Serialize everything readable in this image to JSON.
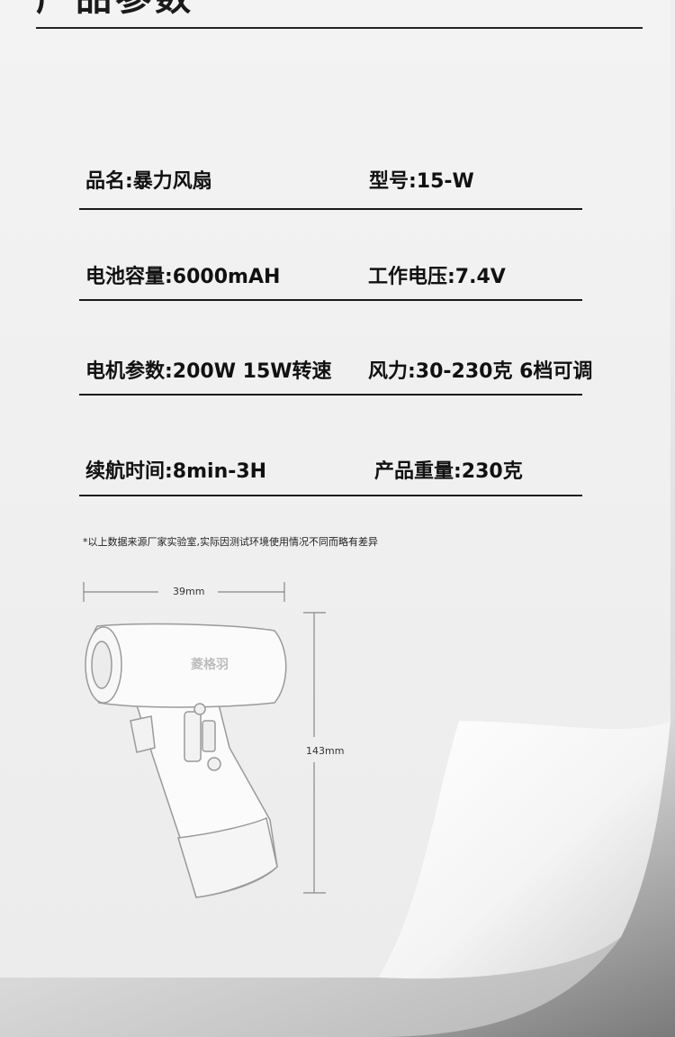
{
  "header": {
    "title": "产品参数"
  },
  "specs": [
    {
      "left": "品名:暴力风扇",
      "right": "型号:15-W"
    },
    {
      "left": "电池容量:6000mAH",
      "right": "工作电压:7.4V"
    },
    {
      "left": "电机参数:200W 15W转速",
      "right": "风力:30-230克 6档可调"
    },
    {
      "left": "续航时间:8min-3H",
      "right": "产品重量:230克"
    }
  ],
  "note": "*以上数据来源厂家实验室,实际因测试环境使用情况不同而略有差异",
  "product": {
    "brand_logo": "菱格羽",
    "width_label": "39mm",
    "height_label": "143mm"
  }
}
